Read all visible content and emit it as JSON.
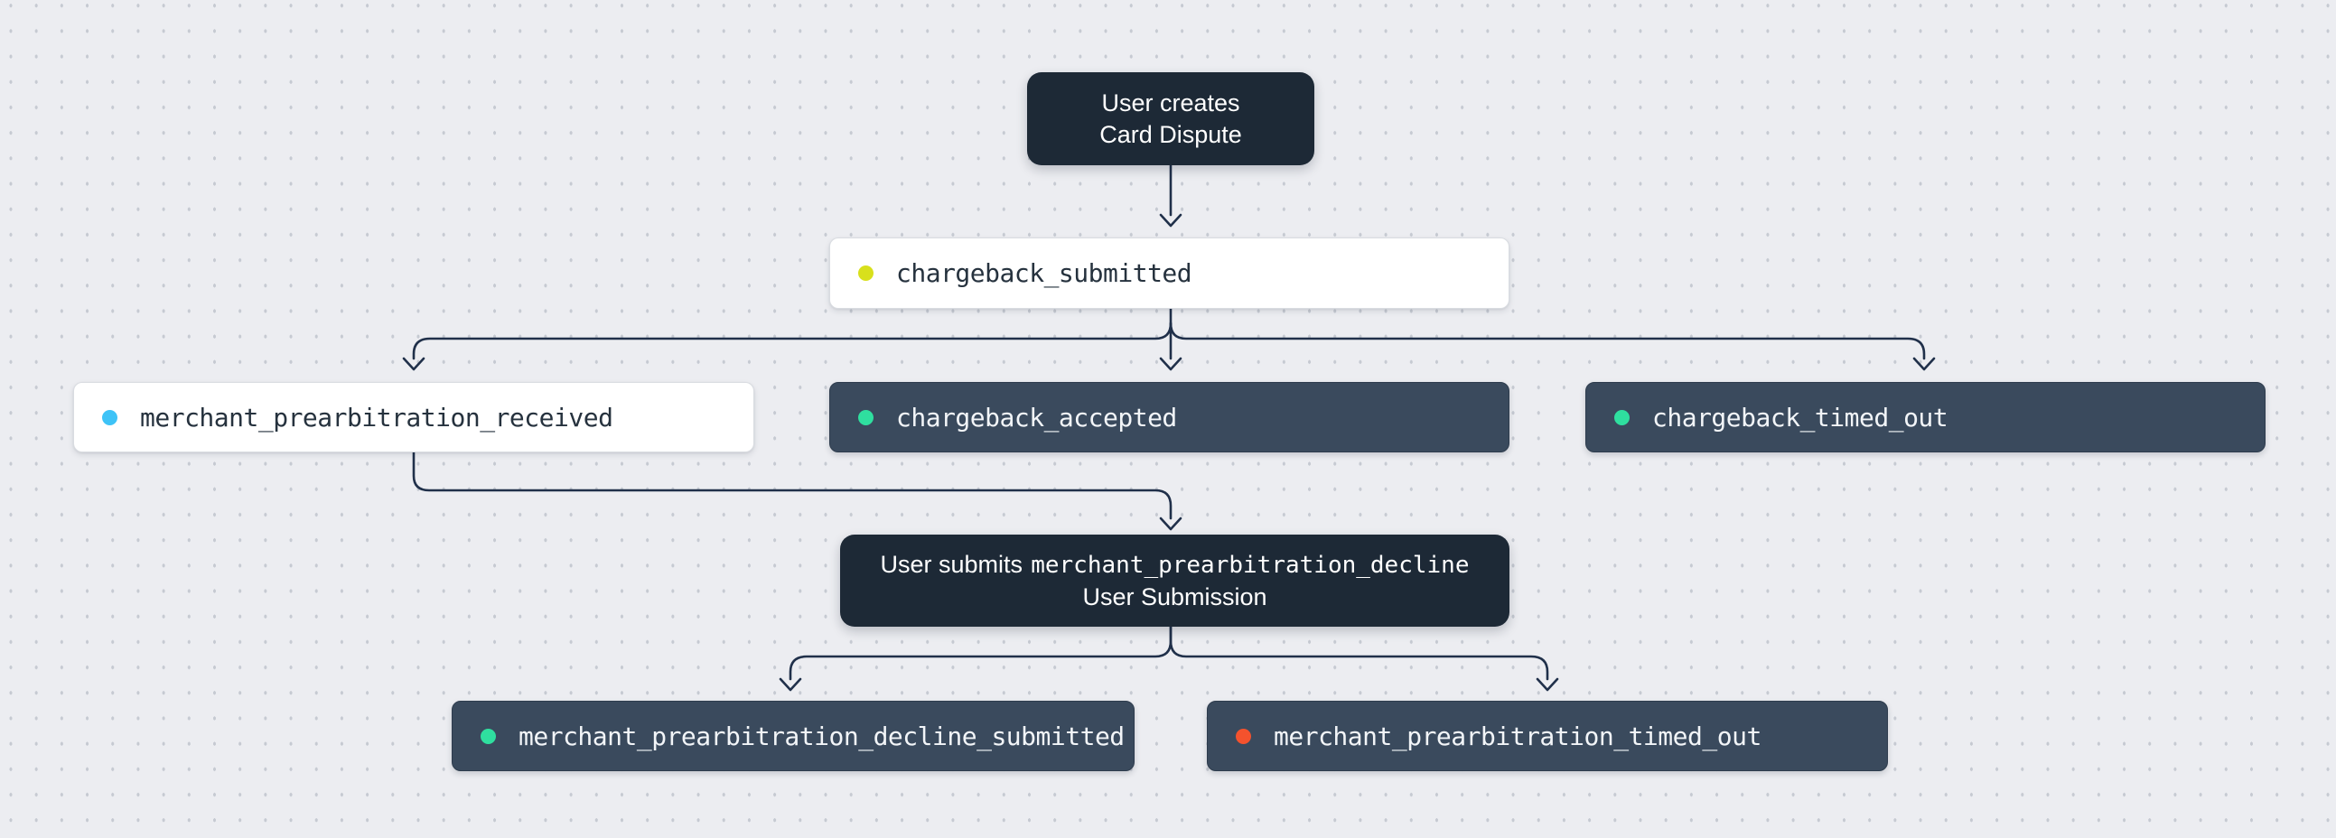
{
  "canvas": {
    "background": "#ecedf1",
    "dot_color": "#c6cad2"
  },
  "colors": {
    "action_box": "#1d2936",
    "event_dark_box": "#3a4a5d",
    "event_light_box": "#ffffff",
    "connector": "#20304a",
    "dot_yellow": "#d8e01c",
    "dot_blue": "#3ec3f7",
    "dot_green": "#2fdf9f",
    "dot_red": "#f4522d"
  },
  "nodes": {
    "create_dispute": {
      "type": "action",
      "line1": "User creates",
      "line2": "Card Dispute"
    },
    "chargeback_submitted": {
      "type": "event",
      "variant": "light",
      "dot_color": "#d8e01c",
      "label": "chargeback_submitted"
    },
    "merchant_prearbitration_received": {
      "type": "event",
      "variant": "light",
      "dot_color": "#3ec3f7",
      "label": "merchant_prearbitration_received"
    },
    "chargeback_accepted": {
      "type": "event",
      "variant": "dark",
      "dot_color": "#2fdf9f",
      "label": "chargeback_accepted"
    },
    "chargeback_timed_out": {
      "type": "event",
      "variant": "dark",
      "dot_color": "#2fdf9f",
      "label": "chargeback_timed_out"
    },
    "submit_decline": {
      "type": "action",
      "line1_text": "User submits",
      "line1_code": "merchant_prearbitration_decline",
      "line2": "User Submission"
    },
    "merchant_prearbitration_decline_submitted": {
      "type": "event",
      "variant": "dark",
      "dot_color": "#2fdf9f",
      "label": "merchant_prearbitration_decline_submitted"
    },
    "merchant_prearbitration_timed_out": {
      "type": "event",
      "variant": "dark",
      "dot_color": "#f4522d",
      "label": "merchant_prearbitration_timed_out"
    }
  },
  "edges": [
    {
      "from": "create_dispute",
      "to": "chargeback_submitted"
    },
    {
      "from": "chargeback_submitted",
      "to": "merchant_prearbitration_received"
    },
    {
      "from": "chargeback_submitted",
      "to": "chargeback_accepted"
    },
    {
      "from": "chargeback_submitted",
      "to": "chargeback_timed_out"
    },
    {
      "from": "merchant_prearbitration_received",
      "to": "submit_decline"
    },
    {
      "from": "submit_decline",
      "to": "merchant_prearbitration_decline_submitted"
    },
    {
      "from": "submit_decline",
      "to": "merchant_prearbitration_timed_out"
    }
  ]
}
